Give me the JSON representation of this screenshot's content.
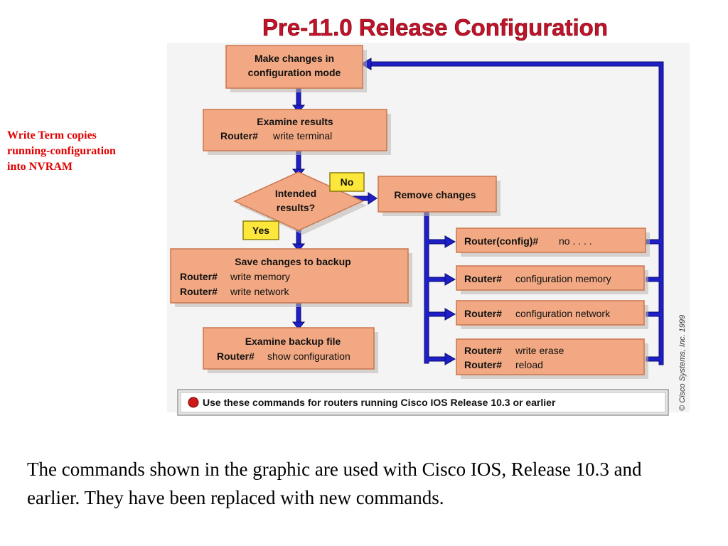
{
  "title": "Pre-11.0 Release Configuration",
  "side_note": {
    "lines": [
      "Write Term copies",
      "running-configuration",
      "into NVRAM"
    ]
  },
  "flow": {
    "make_changes": [
      "Make changes in",
      "configuration mode"
    ],
    "examine_results": {
      "title": "Examine results",
      "prompt": "Router#",
      "command": "write terminal"
    },
    "decision": [
      "Intended",
      "results?"
    ],
    "no_label": "No",
    "yes_label": "Yes",
    "remove_changes": "Remove changes",
    "save_backup": {
      "title": "Save changes to backup",
      "rows": [
        {
          "prompt": "Router#",
          "command": "write memory"
        },
        {
          "prompt": "Router#",
          "command": "write network"
        }
      ]
    },
    "examine_backup": {
      "title": "Examine backup file",
      "prompt": "Router#",
      "command": "show configuration"
    },
    "cmd_no": {
      "prompt": "Router(config)#",
      "command": "no . . . ."
    },
    "cmd_conf_mem": {
      "prompt": "Router#",
      "command": "configuration memory"
    },
    "cmd_conf_net": {
      "prompt": "Router#",
      "command": "configuration network"
    },
    "cmd_erase": [
      {
        "prompt": "Router#",
        "command": "write erase"
      },
      {
        "prompt": "Router#",
        "command": "reload"
      }
    ]
  },
  "footer_note": "Use these commands for routers running Cisco IOS Release 10.3 or earlier",
  "copyright": "© Cisco Systems, Inc. 1999",
  "caption": "The commands shown in the graphic are used with Cisco IOS, Release 10.3 and earlier. They have been replaced with new commands.",
  "colors": {
    "box": "#f2a983",
    "pipe": "#1f1fc8",
    "note_red": "#e00000",
    "label_yellow": "#fde73a"
  }
}
